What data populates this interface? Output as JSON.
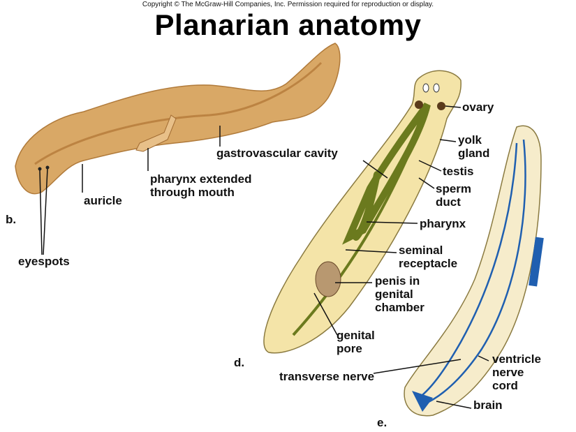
{
  "copyright": "Copyright © The McGraw-Hill Companies, Inc. Permission required for reproduction or display.",
  "title": "Planarian anatomy",
  "panels": {
    "b": "b.",
    "d": "d.",
    "e": "e."
  },
  "labels": {
    "ovary": "ovary",
    "yolk_gland": [
      "yolk",
      "gland"
    ],
    "gastrovascular_cavity": "gastrovascular cavity",
    "testis": "testis",
    "sperm_duct": [
      "sperm",
      "duct"
    ],
    "pharynx_extended": [
      "pharynx extended",
      "through mouth"
    ],
    "auricle": "auricle",
    "pharynx": "pharynx",
    "eyespots": "eyespots",
    "seminal_receptacle": [
      "seminal",
      "receptacle"
    ],
    "penis": [
      "penis in",
      "genital",
      "chamber"
    ],
    "genital_pore": [
      "genital",
      "pore"
    ],
    "transverse_nerve": "transverse nerve",
    "ventricle_nerve_cord": [
      "ventricle",
      "nerve",
      "cord"
    ],
    "brain": "brain"
  },
  "colors": {
    "worm_b": "#d9a866",
    "worm_d": "#f4e4a8",
    "gut": "#6b7a1e",
    "nerve": "#1f5fb0",
    "worm_e": "#f6eccb"
  }
}
